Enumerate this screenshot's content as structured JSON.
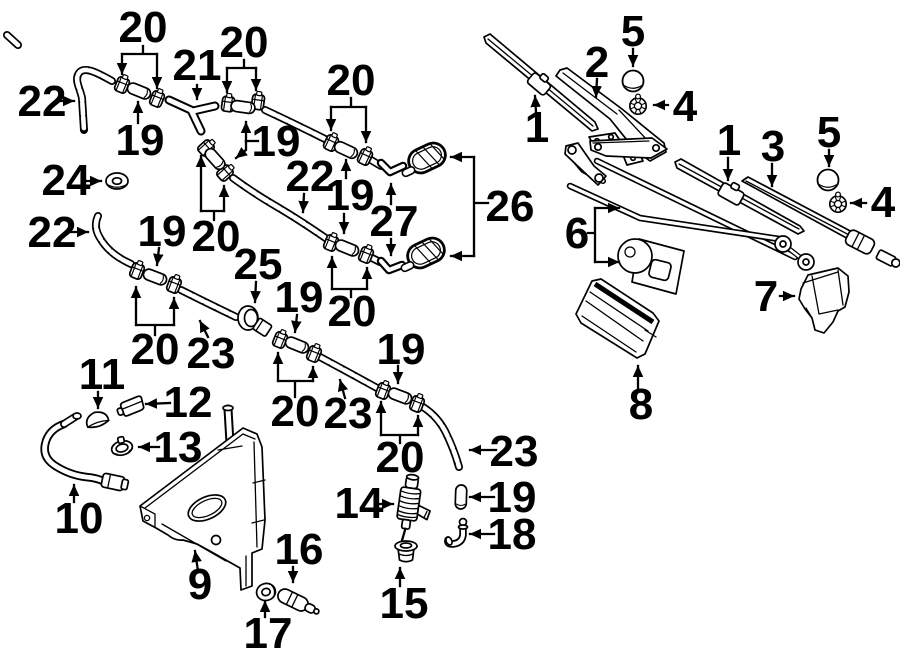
{
  "diagram": {
    "background_color": "#ffffff",
    "line_color": "#000000"
  },
  "callouts": [
    {
      "text": "20"
    },
    {
      "text": "21"
    },
    {
      "text": "20"
    },
    {
      "text": "22"
    },
    {
      "text": "19"
    },
    {
      "text": "19"
    },
    {
      "text": "24"
    },
    {
      "text": "22"
    },
    {
      "text": "20"
    },
    {
      "text": "19"
    },
    {
      "text": "27"
    },
    {
      "text": "26"
    },
    {
      "text": "22"
    },
    {
      "text": "19"
    },
    {
      "text": "20"
    },
    {
      "text": "25"
    },
    {
      "text": "20"
    },
    {
      "text": "23"
    },
    {
      "text": "19"
    },
    {
      "text": "20"
    },
    {
      "text": "19"
    },
    {
      "text": "20"
    },
    {
      "text": "23"
    },
    {
      "text": "20"
    },
    {
      "text": "23"
    },
    {
      "text": "11"
    },
    {
      "text": "12"
    },
    {
      "text": "13"
    },
    {
      "text": "10"
    },
    {
      "text": "9"
    },
    {
      "text": "16"
    },
    {
      "text": "17"
    },
    {
      "text": "14"
    },
    {
      "text": "15"
    },
    {
      "text": "19"
    },
    {
      "text": "18"
    },
    {
      "text": "1"
    },
    {
      "text": "2"
    },
    {
      "text": "5"
    },
    {
      "text": "4"
    },
    {
      "text": "1"
    },
    {
      "text": "3"
    },
    {
      "text": "5"
    },
    {
      "text": "4"
    },
    {
      "text": "6"
    },
    {
      "text": "7"
    },
    {
      "text": "8"
    }
  ]
}
